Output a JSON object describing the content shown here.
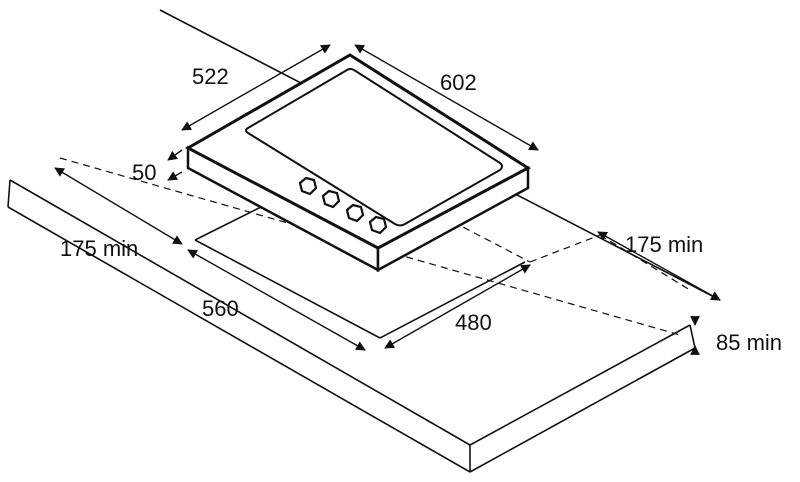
{
  "labels": {
    "hob_depth": "522",
    "hob_width": "602",
    "hob_height": "50",
    "left_clearance": "175 min",
    "cutout_width": "560",
    "cutout_depth": "480",
    "right_clearance": "175 min",
    "worktop_thickness": "85 min"
  },
  "colors": {
    "line": "#111111",
    "background": "#ffffff"
  }
}
